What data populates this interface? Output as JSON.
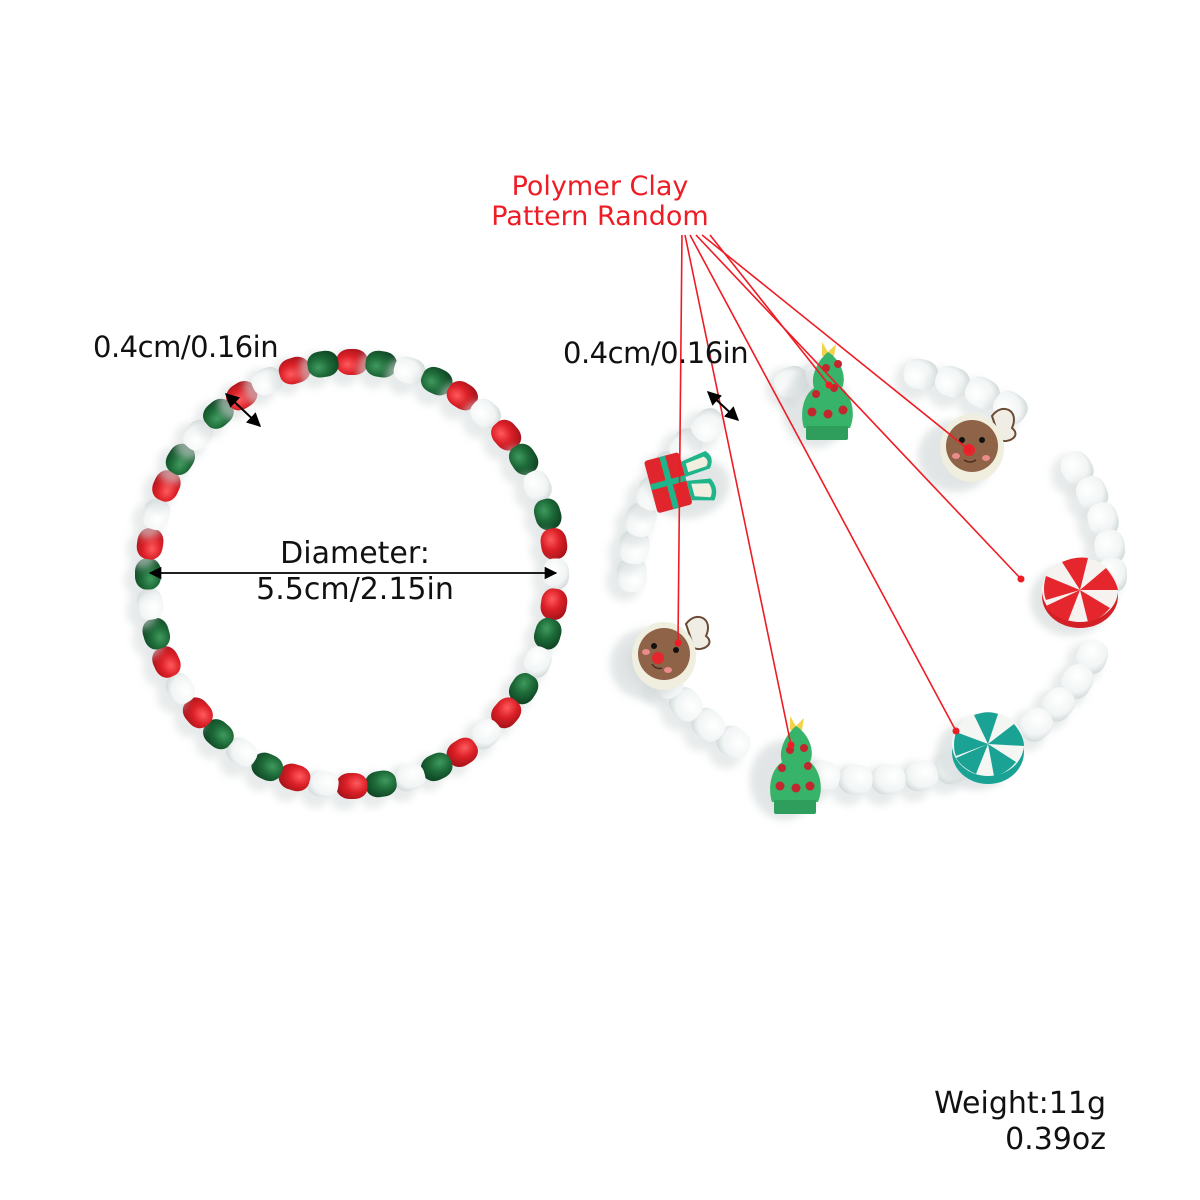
{
  "annotations": {
    "polymer_clay": {
      "line1": "Polymer Clay",
      "line2": "Pattern Random",
      "color": "#ee1c24"
    },
    "bead_size_left": "0.4cm/0.16in",
    "bead_size_right": "0.4cm/0.16in",
    "diameter": {
      "label": "Diameter:",
      "value": "5.5cm/2.15in"
    },
    "weight": {
      "grams": "Weight:11g",
      "ounces": "0.39oz"
    }
  },
  "products": {
    "left_bracelet": {
      "bead_colors": [
        "#d6232b",
        "#1f6b3a",
        "#f4f6f6"
      ]
    },
    "right_bracelet": {
      "bead_color": "#f1f4f4",
      "charms": [
        "gift-box",
        "christmas-tree",
        "reindeer",
        "peppermint-red",
        "peppermint-teal",
        "christmas-tree",
        "reindeer"
      ]
    }
  }
}
